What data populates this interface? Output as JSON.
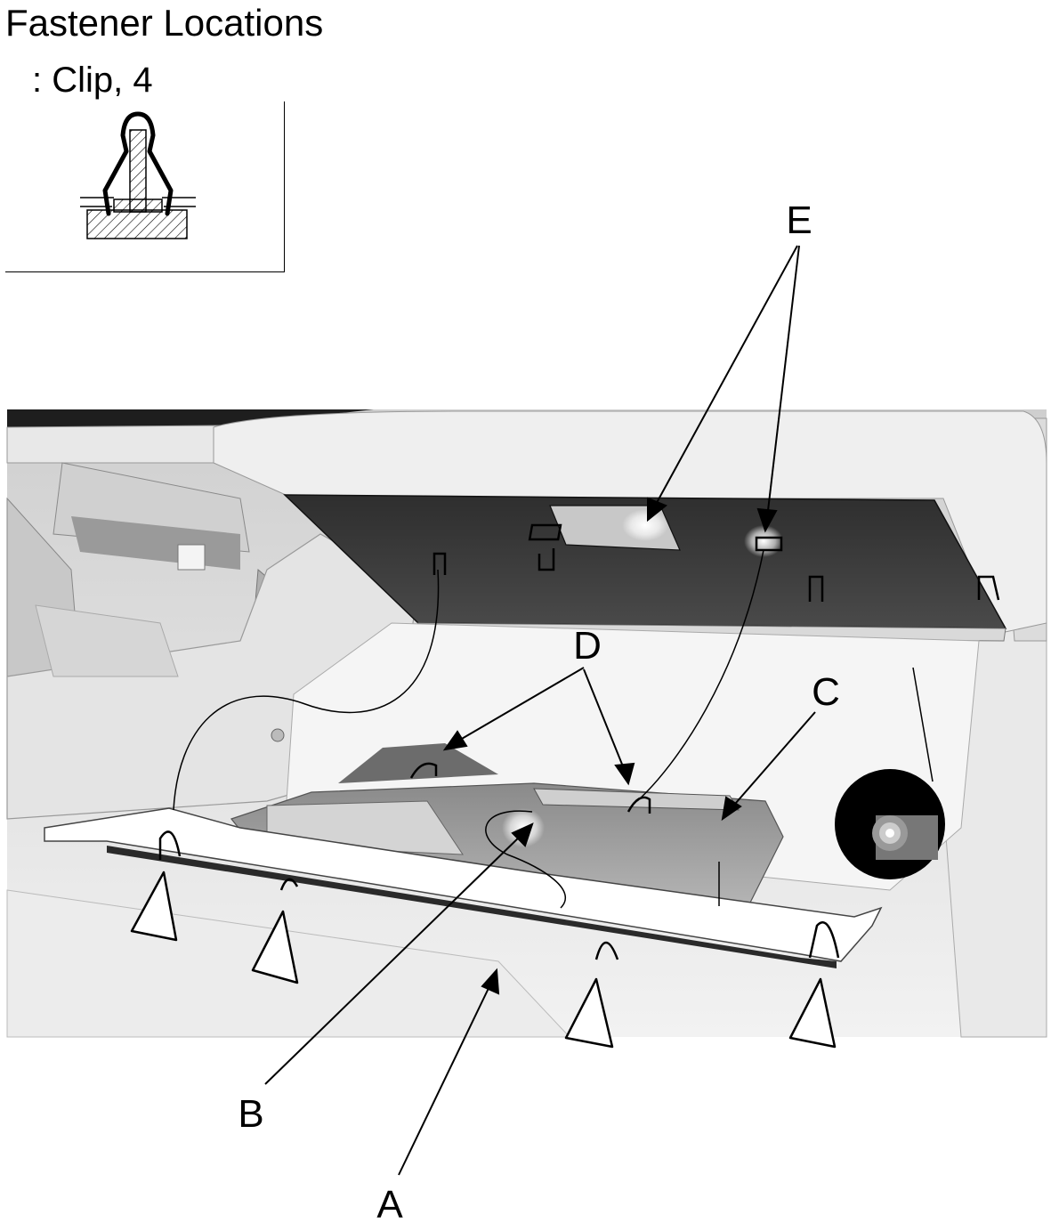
{
  "header": {
    "title": "Fastener Locations",
    "legend": ": Clip, 4"
  },
  "callouts": {
    "a": "A",
    "b": "B",
    "c": "C",
    "d": "D",
    "e": "E"
  },
  "colors": {
    "panel_dark": "#3a3a3a",
    "dash_light": "#e6e6e6",
    "line": "#000000"
  }
}
